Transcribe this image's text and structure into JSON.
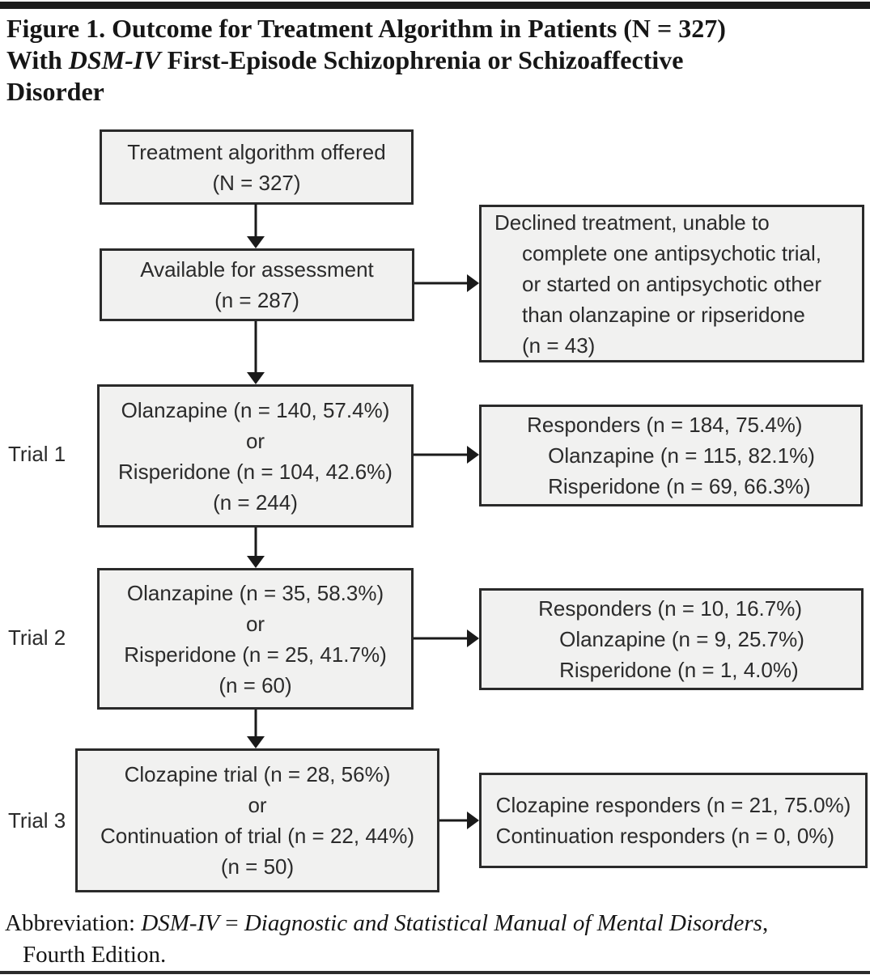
{
  "title": {
    "line1": "Figure 1. Outcome for Treatment Algorithm in Patients (N = 327)",
    "line2_pre": "With ",
    "line2_italic": "DSM-IV",
    "line2_post": " First-Episode Schizophrenia or Schizoaffective",
    "line3": "Disorder"
  },
  "trial_labels": [
    "Trial 1",
    "Trial 2",
    "Trial 3"
  ],
  "nodes": {
    "offered": {
      "lines": [
        "Treatment algorithm offered",
        "(N = 327)"
      ]
    },
    "available": {
      "lines": [
        "Available for assessment",
        "(n = 287)"
      ]
    },
    "declined": {
      "lines": [
        "Declined treatment, unable to",
        "complete one antipsychotic trial,",
        "or started on antipsychotic other",
        "than olanzapine or ripseridone",
        "(n = 43)"
      ]
    },
    "trial1": {
      "lines": [
        "Olanzapine (n = 140, 57.4%)",
        "or",
        "Risperidone (n = 104, 42.6%)",
        "(n = 244)"
      ]
    },
    "responders1": {
      "lines": [
        "Responders (n = 184, 75.4%)",
        "Olanzapine (n = 115, 82.1%)",
        "Risperidone (n = 69, 66.3%)"
      ]
    },
    "trial2": {
      "lines": [
        "Olanzapine (n = 35, 58.3%)",
        "or",
        "Risperidone (n = 25, 41.7%)",
        "(n = 60)"
      ]
    },
    "responders2": {
      "lines": [
        "Responders (n = 10, 16.7%)",
        "Olanzapine (n = 9, 25.7%)",
        "Risperidone (n = 1, 4.0%)"
      ]
    },
    "trial3": {
      "lines": [
        "Clozapine trial (n = 28, 56%)",
        "or",
        "Continuation of trial (n = 22, 44%)",
        "(n = 50)"
      ]
    },
    "responders3": {
      "lines": [
        "Clozapine responders (n = 21, 75.0%)",
        "Continuation responders (n = 0, 0%)"
      ]
    }
  },
  "footnote": {
    "prefix": "Abbreviation: ",
    "italic1": "DSM-IV",
    "mid": " = ",
    "italic2": "Diagnostic and Statistical Manual of Mental Disorders",
    "suffix": ",",
    "line2": "Fourth Edition."
  },
  "colors": {
    "box_fill": "#f1f1f0",
    "box_border": "#2a2a2a",
    "text": "#2b2b2b",
    "rule": "#1c1c1c"
  }
}
